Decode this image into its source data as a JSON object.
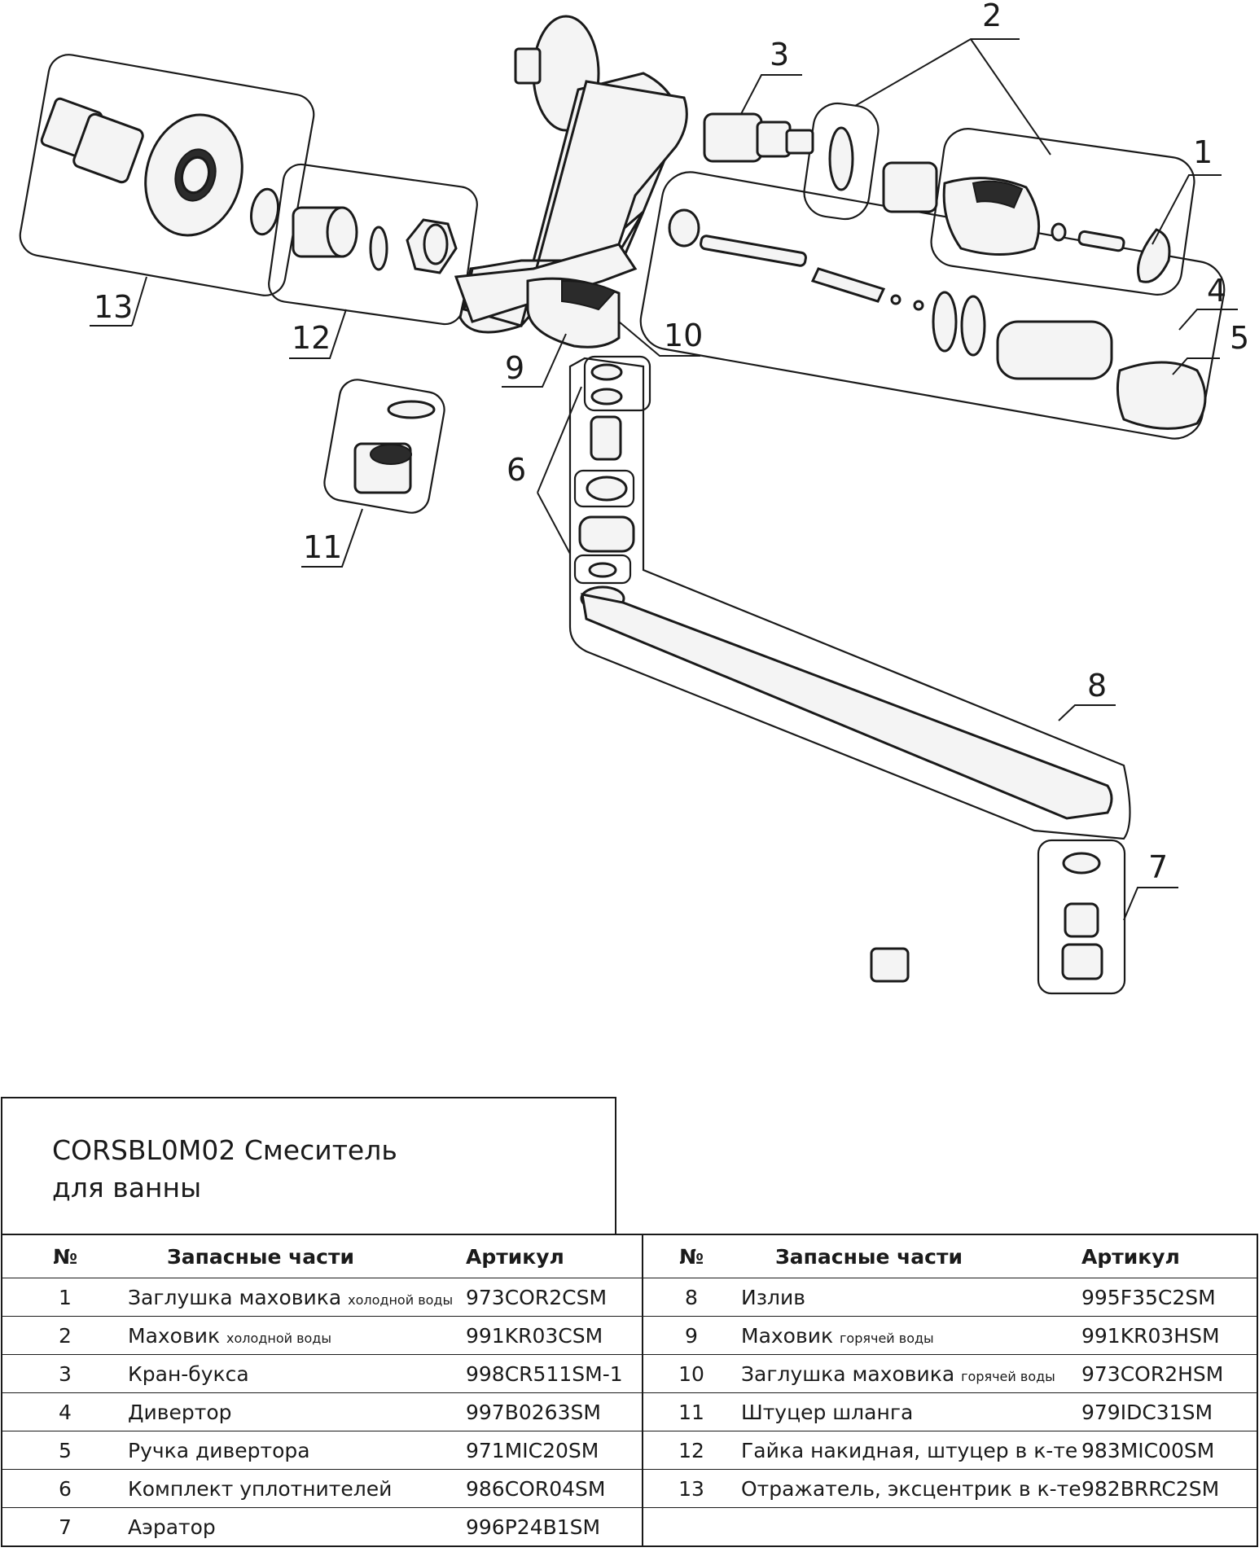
{
  "callouts": [
    "1",
    "2",
    "3",
    "4",
    "5",
    "6",
    "7",
    "8",
    "9",
    "10",
    "11",
    "12",
    "13"
  ],
  "title": {
    "line1": "CORSBL0M02 Смеситель",
    "line2": "для ванны"
  },
  "table_headers": {
    "no": "№",
    "part": "Запасные части",
    "article": "Артикул"
  },
  "parts_left": [
    {
      "no": "1",
      "name": "Заглушка маховика",
      "note": "холодной воды",
      "article": "973COR2CSM"
    },
    {
      "no": "2",
      "name": "Маховик",
      "note": "холодной воды",
      "article": "991KR03CSM"
    },
    {
      "no": "3",
      "name": "Кран-букса",
      "note": "",
      "article": "998CR511SM-1"
    },
    {
      "no": "4",
      "name": "Дивертор",
      "note": "",
      "article": "997B0263SM"
    },
    {
      "no": "5",
      "name": "Ручка дивертора",
      "note": "",
      "article": "971MIC20SM"
    },
    {
      "no": "6",
      "name": "Комплект уплотнителей",
      "note": "",
      "article": "986COR04SM"
    },
    {
      "no": "7",
      "name": "Аэратор",
      "note": "",
      "article": "996P24B1SM"
    }
  ],
  "parts_right": [
    {
      "no": "8",
      "name": "Излив",
      "note": "",
      "article": "995F35C2SM"
    },
    {
      "no": "9",
      "name": "Маховик",
      "note": "горячей воды",
      "article": "991KR03HSM"
    },
    {
      "no": "10",
      "name": "Заглушка маховика",
      "note": "горячей воды",
      "article": "973COR2HSM"
    },
    {
      "no": "11",
      "name": "Штуцер шланга",
      "note": "",
      "article": "979IDC31SM"
    },
    {
      "no": "12",
      "name": "Гайка накидная, штуцер в к-те",
      "note": "",
      "article": "983MIC00SM"
    },
    {
      "no": "13",
      "name": "Отражатель, эксцентрик в к-те",
      "note": "",
      "article": "982BRRC2SM"
    },
    {
      "no": "",
      "name": "",
      "note": "",
      "article": ""
    }
  ]
}
